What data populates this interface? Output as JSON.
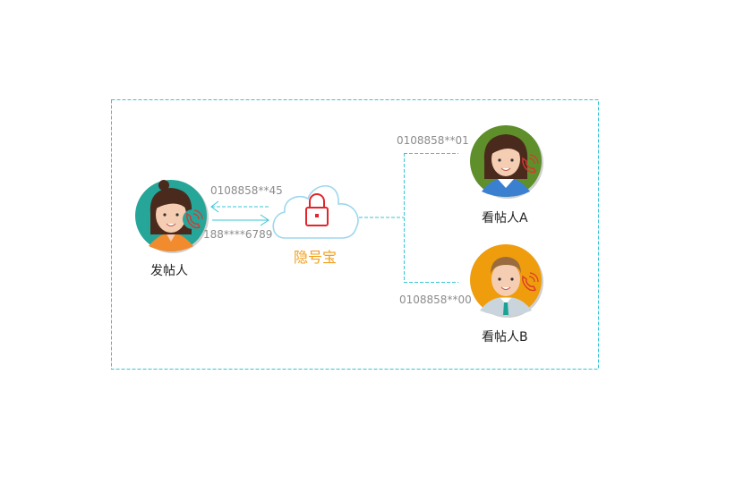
{
  "poster": {
    "label": "发帖人",
    "number_out": "0108858**45",
    "number_in": "188****6789"
  },
  "service": {
    "label": "隐号宝"
  },
  "viewer_a": {
    "label": "看帖人A",
    "number": "0108858**01"
  },
  "viewer_b": {
    "label": "看帖人B",
    "number": "0108858**00"
  },
  "colors": {
    "border": "#39c6d6",
    "line": "#39c6d6",
    "cloud": "#9dd7ef",
    "lock": "#e2252a",
    "service_text": "#f0a01e",
    "poster_bg": "#26a699",
    "viewer_a_bg": "#5e8f2a",
    "viewer_b_bg": "#ef9d0d",
    "phone_icon": "#d9372f"
  }
}
